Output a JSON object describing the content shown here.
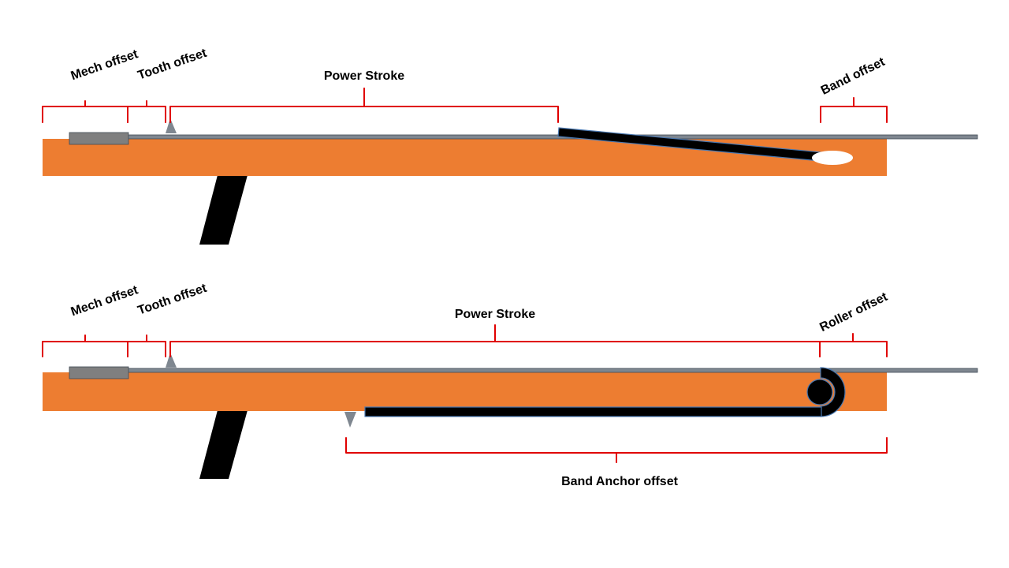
{
  "colors": {
    "stock": "#ED7D31",
    "rail": "#7F8790",
    "rail_outline": "#3F4A55",
    "mech": "#7F7F7F",
    "tooth": "#7F8790",
    "band": "#000000",
    "band_edge": "#4A78B0",
    "handle": "#000000",
    "brace": "#E00000",
    "text": "#000000",
    "background": "#FFFFFF"
  },
  "top_diagram": {
    "labels": {
      "mech_offset": "Mech offset",
      "tooth_offset": "Tooth offset",
      "power_stroke": "Power Stroke",
      "band_offset": "Band offset"
    }
  },
  "bottom_diagram": {
    "labels": {
      "mech_offset": "Mech offset",
      "tooth_offset": "Tooth offset",
      "power_stroke": "Power Stroke",
      "roller_offset": "Roller offset",
      "band_anchor_offset": "Band Anchor offset"
    }
  }
}
